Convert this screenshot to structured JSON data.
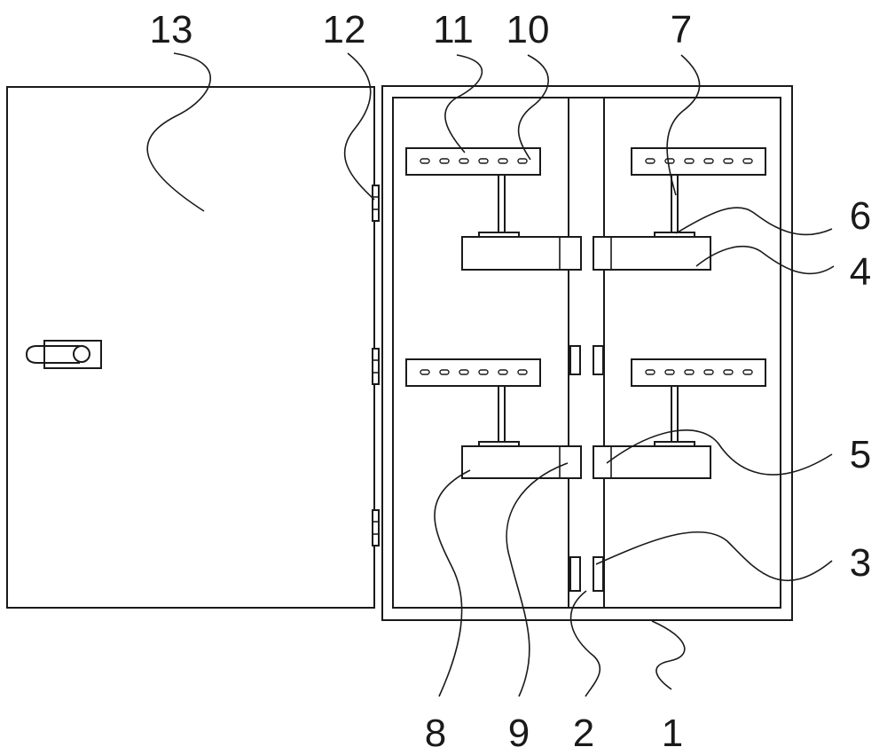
{
  "labels": {
    "n1": "1",
    "n2": "2",
    "n3": "3",
    "n4": "4",
    "n5": "5",
    "n6": "6",
    "n7": "7",
    "n8": "8",
    "n9": "9",
    "n10": "10",
    "n11": "11",
    "n12": "12",
    "n13": "13"
  },
  "colors": {
    "line": "#1a1a1a",
    "background": "#ffffff"
  }
}
